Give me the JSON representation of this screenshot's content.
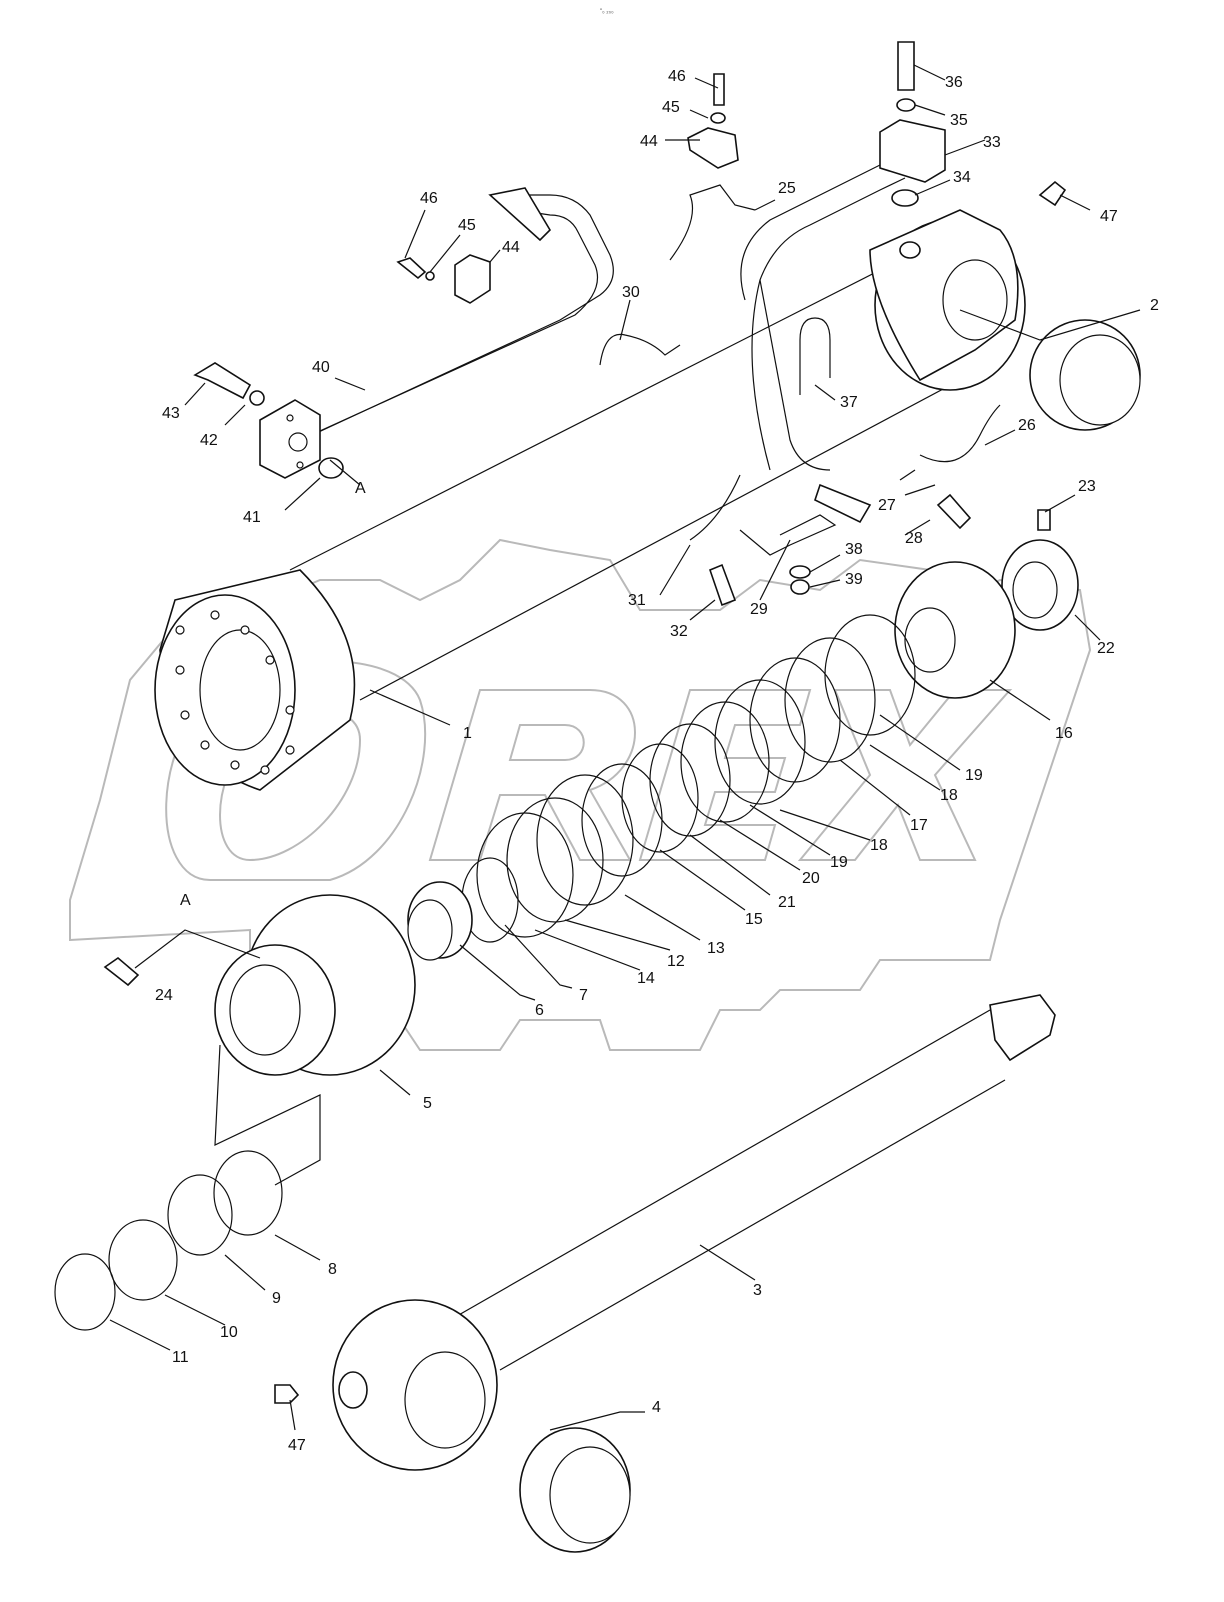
{
  "header": {
    "code": "\"₀ ₂₀₀"
  },
  "watermark": {
    "text": "OREX"
  },
  "callouts": [
    {
      "id": "c1",
      "label": "1"
    },
    {
      "id": "c2",
      "label": "2"
    },
    {
      "id": "c3",
      "label": "3"
    },
    {
      "id": "c4",
      "label": "4"
    },
    {
      "id": "c5",
      "label": "5"
    },
    {
      "id": "c6",
      "label": "6"
    },
    {
      "id": "c7",
      "label": "7"
    },
    {
      "id": "c8",
      "label": "8"
    },
    {
      "id": "c9",
      "label": "9"
    },
    {
      "id": "c10",
      "label": "10"
    },
    {
      "id": "c11",
      "label": "11"
    },
    {
      "id": "c12",
      "label": "12"
    },
    {
      "id": "c13",
      "label": "13"
    },
    {
      "id": "c14",
      "label": "14"
    },
    {
      "id": "c15",
      "label": "15"
    },
    {
      "id": "c16",
      "label": "16"
    },
    {
      "id": "c17",
      "label": "17"
    },
    {
      "id": "c18a",
      "label": "18"
    },
    {
      "id": "c18b",
      "label": "18"
    },
    {
      "id": "c19a",
      "label": "19"
    },
    {
      "id": "c19b",
      "label": "19"
    },
    {
      "id": "c20",
      "label": "20"
    },
    {
      "id": "c21",
      "label": "21"
    },
    {
      "id": "c22",
      "label": "22"
    },
    {
      "id": "c23",
      "label": "23"
    },
    {
      "id": "c24",
      "label": "24"
    },
    {
      "id": "c25",
      "label": "25"
    },
    {
      "id": "c26",
      "label": "26"
    },
    {
      "id": "c27",
      "label": "27"
    },
    {
      "id": "c28",
      "label": "28"
    },
    {
      "id": "c29",
      "label": "29"
    },
    {
      "id": "c30",
      "label": "30"
    },
    {
      "id": "c31",
      "label": "31"
    },
    {
      "id": "c32",
      "label": "32"
    },
    {
      "id": "c33",
      "label": "33"
    },
    {
      "id": "c34",
      "label": "34"
    },
    {
      "id": "c35",
      "label": "35"
    },
    {
      "id": "c36",
      "label": "36"
    },
    {
      "id": "c37",
      "label": "37"
    },
    {
      "id": "c38",
      "label": "38"
    },
    {
      "id": "c39",
      "label": "39"
    },
    {
      "id": "c40",
      "label": "40"
    },
    {
      "id": "c41",
      "label": "41"
    },
    {
      "id": "c42",
      "label": "42"
    },
    {
      "id": "c43",
      "label": "43"
    },
    {
      "id": "c44a",
      "label": "44"
    },
    {
      "id": "c44b",
      "label": "44"
    },
    {
      "id": "c45a",
      "label": "45"
    },
    {
      "id": "c45b",
      "label": "45"
    },
    {
      "id": "c46a",
      "label": "46"
    },
    {
      "id": "c46b",
      "label": "46"
    },
    {
      "id": "c47a",
      "label": "47"
    },
    {
      "id": "c47b",
      "label": "47"
    },
    {
      "id": "cA1",
      "label": "A"
    },
    {
      "id": "cA2",
      "label": "A"
    }
  ]
}
